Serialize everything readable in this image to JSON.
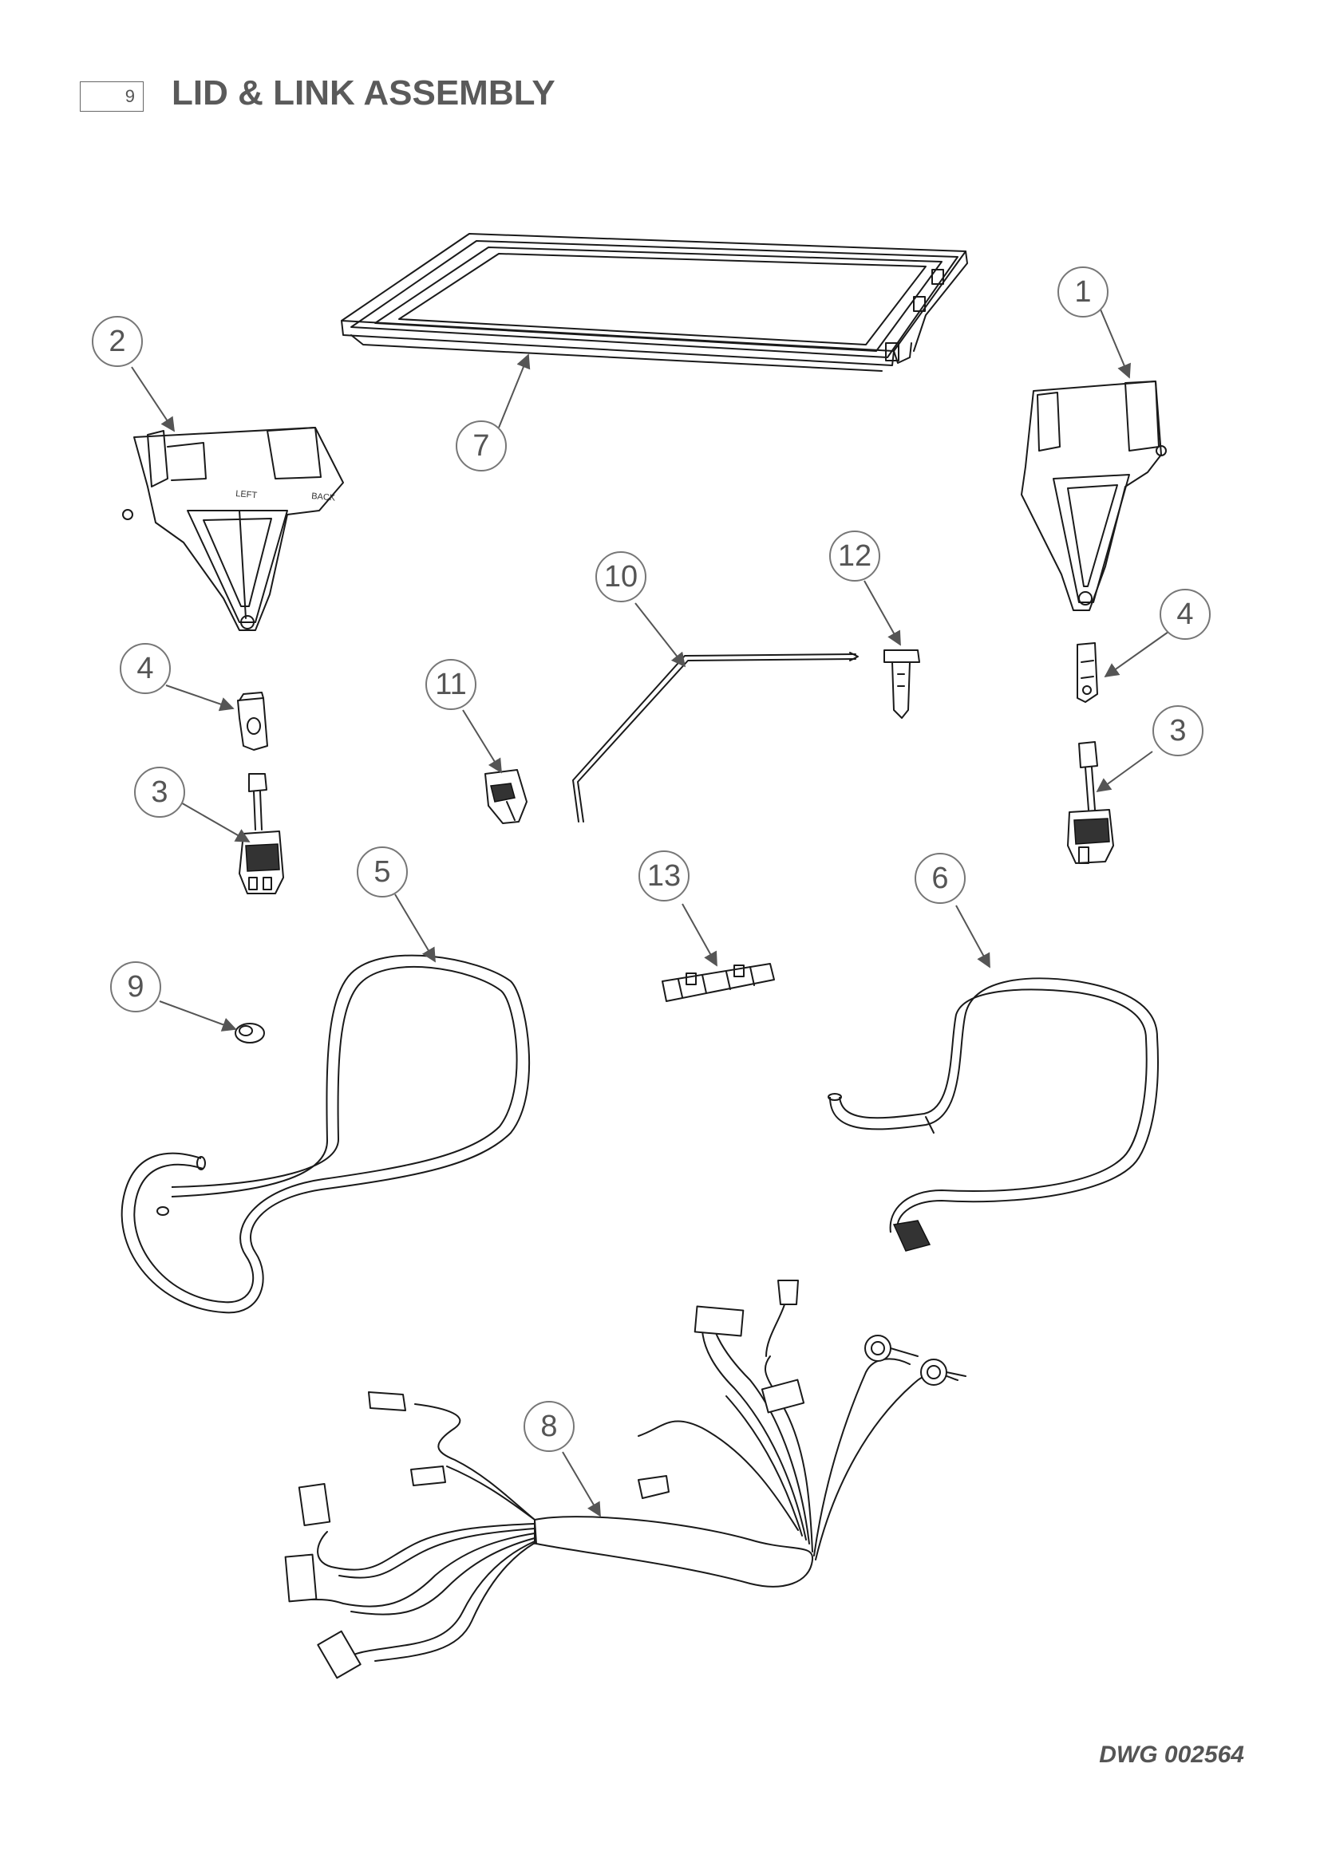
{
  "header": {
    "page_number": "9",
    "title": "LID & LINK ASSEMBLY"
  },
  "footer": {
    "drawing_number": "DWG 002564"
  },
  "callouts": [
    "1",
    "2",
    "3",
    "3",
    "4",
    "4",
    "5",
    "6",
    "7",
    "8",
    "9",
    "10",
    "11",
    "12",
    "13"
  ]
}
